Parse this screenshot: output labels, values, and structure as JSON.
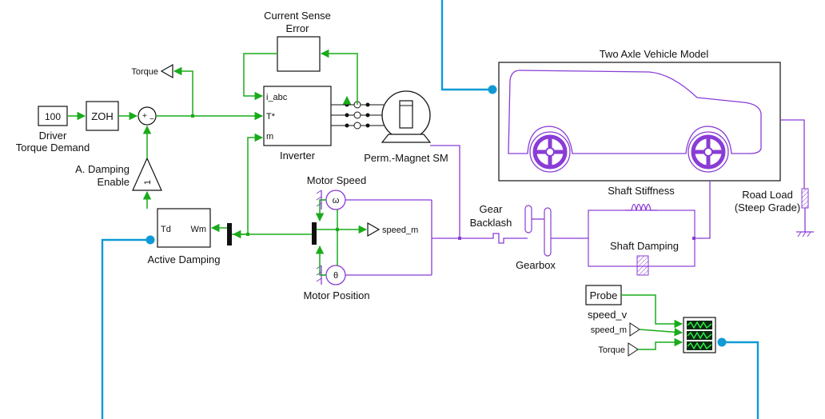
{
  "blocks": {
    "current_sense_error": {
      "line1": "Current Sense",
      "line2": "Error"
    },
    "torque_out": "Torque",
    "constant": {
      "value": "100",
      "label1": "Driver",
      "label2": "Torque Demand"
    },
    "zoh": "ZOH",
    "sum": {
      "plus": "+",
      "minus": "−"
    },
    "gain": {
      "label1": "A. Damping",
      "label2": "Enable",
      "value": "1"
    },
    "inverter": {
      "label": "Inverter",
      "port_iabc": "i_abc",
      "port_t": "T*",
      "port_m": "m"
    },
    "motor": "Perm.-Magnet SM",
    "vehicle": "Two Axle Vehicle Model",
    "motor_speed": {
      "label": "Motor Speed",
      "symbol": "ω"
    },
    "motor_position": {
      "label": "Motor Position",
      "symbol": "θ"
    },
    "speed_m_goto": "speed_m",
    "active_damping": {
      "label": "Active Damping",
      "port_td": "Td",
      "port_wm": "Wm"
    },
    "gear_backlash": {
      "line1": "Gear",
      "line2": "Backlash"
    },
    "gearbox": "Gearbox",
    "shaft_stiffness": "Shaft Stiffness",
    "shaft_damping": "Shaft Damping",
    "road_load": {
      "line1": "Road Load",
      "line2": "(Steep Grade)"
    },
    "probe": {
      "label": "Probe",
      "signal": "speed_v"
    },
    "scope_inputs": [
      "speed_m",
      "Torque"
    ]
  },
  "colors": {
    "signal": "#1aab1a",
    "mechanical": "#8a3cd6",
    "link": "#0f9ad6",
    "scope_screen": "#0b2a12",
    "scope_trace": "#2cff4a"
  },
  "icons": [
    "torque-sensor-icon",
    "speed-sensor-icon",
    "position-sensor-icon",
    "scope-icon",
    "spring-icon",
    "damper-icon",
    "wheel-icon",
    "ground-icon"
  ]
}
